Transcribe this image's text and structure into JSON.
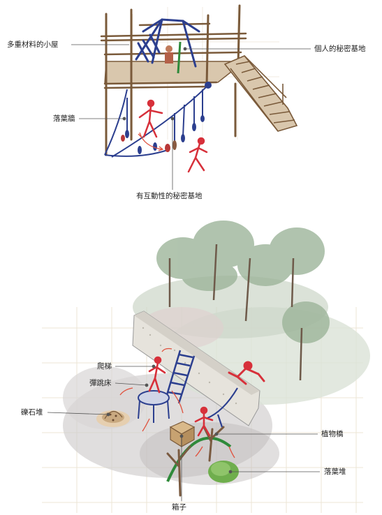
{
  "top_sketch": {
    "labels": {
      "multi_material_hut": "多重材料的小屋",
      "private_secret_base": "個人的秘密基地",
      "falling_leaves_wall": "落葉牆",
      "interactive_secret_base": "有互動性的秘密基地"
    }
  },
  "bottom_sketch": {
    "labels": {
      "ladder": "爬梯",
      "trampoline": "彈跳床",
      "gravel_pile": "礫石堆",
      "plant_bridge": "植物橋",
      "leaf_pile": "落葉堆",
      "box": "箱子"
    }
  },
  "colors": {
    "wood": "#7a5a3a",
    "deck": "#d9c7ad",
    "figure_red": "#d7303a",
    "structure_blue": "#2c3f8f",
    "plant_green": "#2f8a3a",
    "foliage": "#9db59a",
    "wall": "#e6e3dc",
    "grid": "#ece6d6"
  }
}
